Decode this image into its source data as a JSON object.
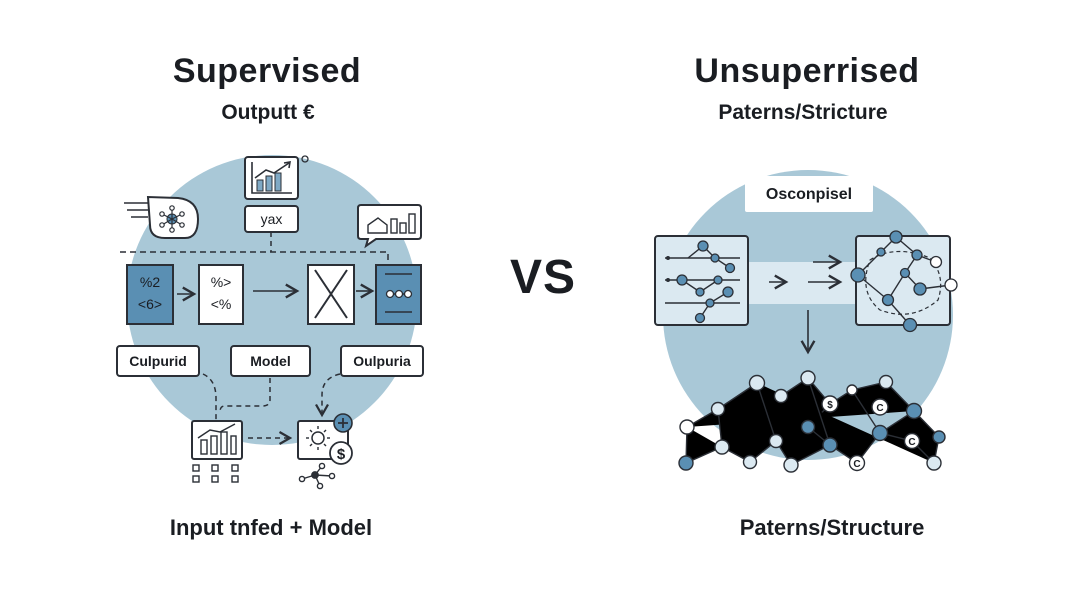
{
  "left": {
    "title": "Supervised",
    "subtitle": "Outputt €",
    "caption": "Input tnfed + Model",
    "box_top": "yax",
    "tile1_line1": "%2",
    "tile1_line2": "<6>",
    "tile2_line1": "%>",
    "tile2_line2": "<%",
    "labels": [
      "Culpurid",
      "Model",
      "Oulpuria"
    ]
  },
  "center": {
    "vs": "VS"
  },
  "right": {
    "title": "Unsuperrised",
    "subtitle": "Paterns/Stricture",
    "caption": "Paterns/Structure",
    "badge": "Osconpisel"
  },
  "colors": {
    "circle": "#a9c8d7",
    "accent": "#5a8fb3",
    "accent_light": "#dbe9f1",
    "stroke": "#2b2f36"
  }
}
